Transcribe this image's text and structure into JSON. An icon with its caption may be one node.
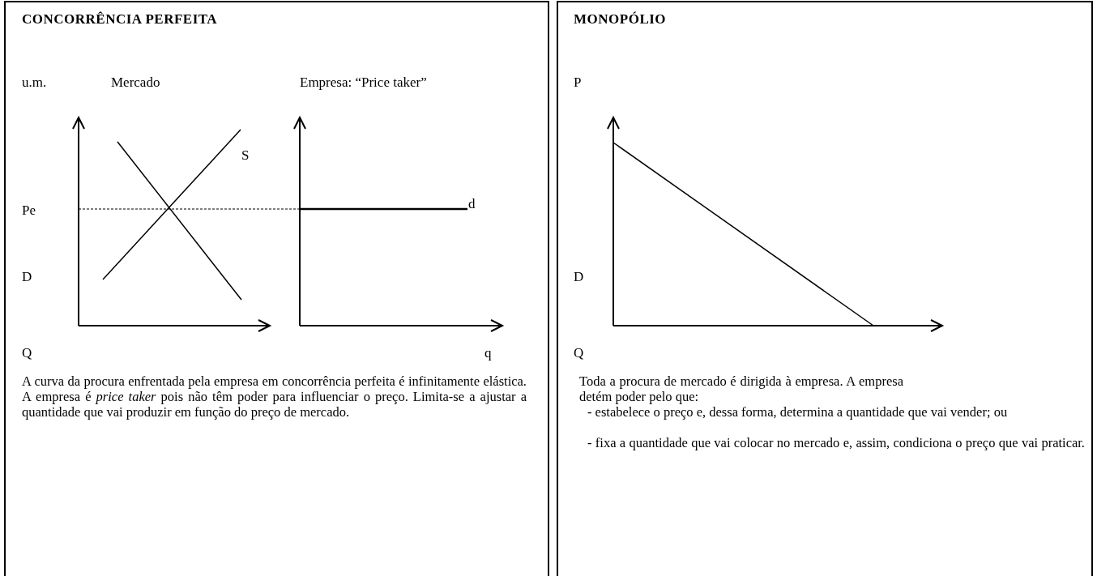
{
  "diagram": {
    "labels": [
      "CONCORRÊNCIA PERFEITA",
      "u.m.",
      "Mercado",
      "Empresa: “Price taker”",
      "S",
      "Pe",
      "d",
      "D",
      "Q",
      "q",
      "A curva da procura enfrentada pela empresa em concorrência perfeita é infinitamente elástica. A empresa é *price taker* pois não têm poder para influenciar o preço. Limita-se a ajustar a quantidade que vai produzir em função do preço de mercado.",
      "MONOPÓLIO",
      "P",
      "D",
      "Q",
      "Toda a procura de mercado é dirigida à empresa. A empresa detém poder pelo que:",
      "- estabelece o preço e, dessa forma, determina a quantidade que vai vender; ou",
      "- fixa a quantidade que vai colocar no mercado e, assim, condiciona o preço que vai praticar."
    ]
  }
}
